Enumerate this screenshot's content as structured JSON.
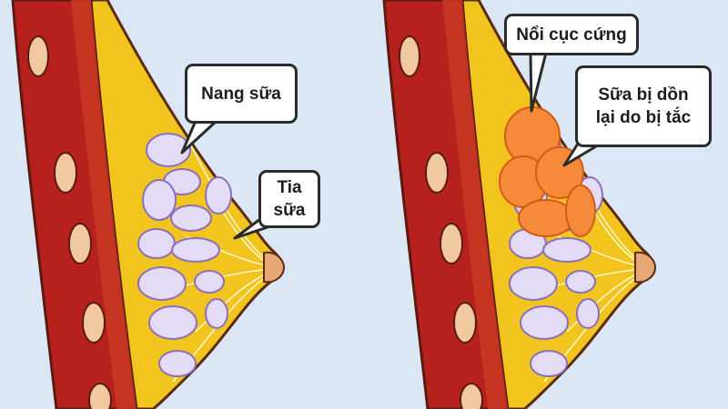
{
  "left_panel": {
    "title": "Normal breast",
    "labels": {
      "lobules": "Nang sữa",
      "ducts_line1": "Tia",
      "ducts_line2": "sữa"
    }
  },
  "right_panel": {
    "title": "Blocked duct",
    "labels": {
      "lump": "Nổi cục cứng",
      "blocked_line1": "Sữa bị dồn",
      "blocked_line2": "lại do bị tắc"
    }
  },
  "colors": {
    "background": "#dbe7f4",
    "muscle": "#b7211d",
    "fat": "#f2c51e",
    "lobule": "#e4dcf7",
    "clog": "#f58a3a",
    "outline": "#5a2a12"
  }
}
